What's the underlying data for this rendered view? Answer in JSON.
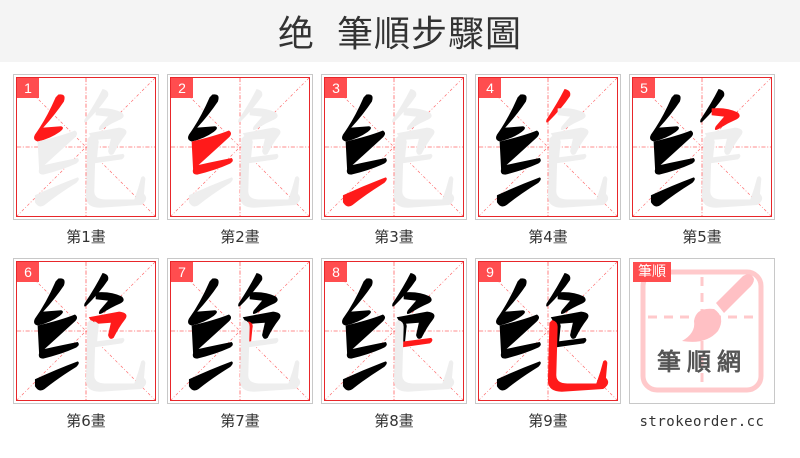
{
  "header": {
    "character": "绝",
    "title": "筆順步驟圖"
  },
  "colors": {
    "active_stroke": "#ff1a1a",
    "done_stroke": "#000000",
    "ghost_stroke": "#eeeeee",
    "grid": "#ff4d4f",
    "badge": "#ff4d4f"
  },
  "steps": [
    {
      "num": "1",
      "label": "第1畫"
    },
    {
      "num": "2",
      "label": "第2畫"
    },
    {
      "num": "3",
      "label": "第3畫"
    },
    {
      "num": "4",
      "label": "第4畫"
    },
    {
      "num": "5",
      "label": "第5畫"
    },
    {
      "num": "6",
      "label": "第6畫"
    },
    {
      "num": "7",
      "label": "第7畫"
    },
    {
      "num": "8",
      "label": "第8畫"
    },
    {
      "num": "9",
      "label": "第9畫"
    }
  ],
  "logo": {
    "tag": "筆順",
    "name": "筆順網",
    "site": "strokeorder.cc"
  }
}
